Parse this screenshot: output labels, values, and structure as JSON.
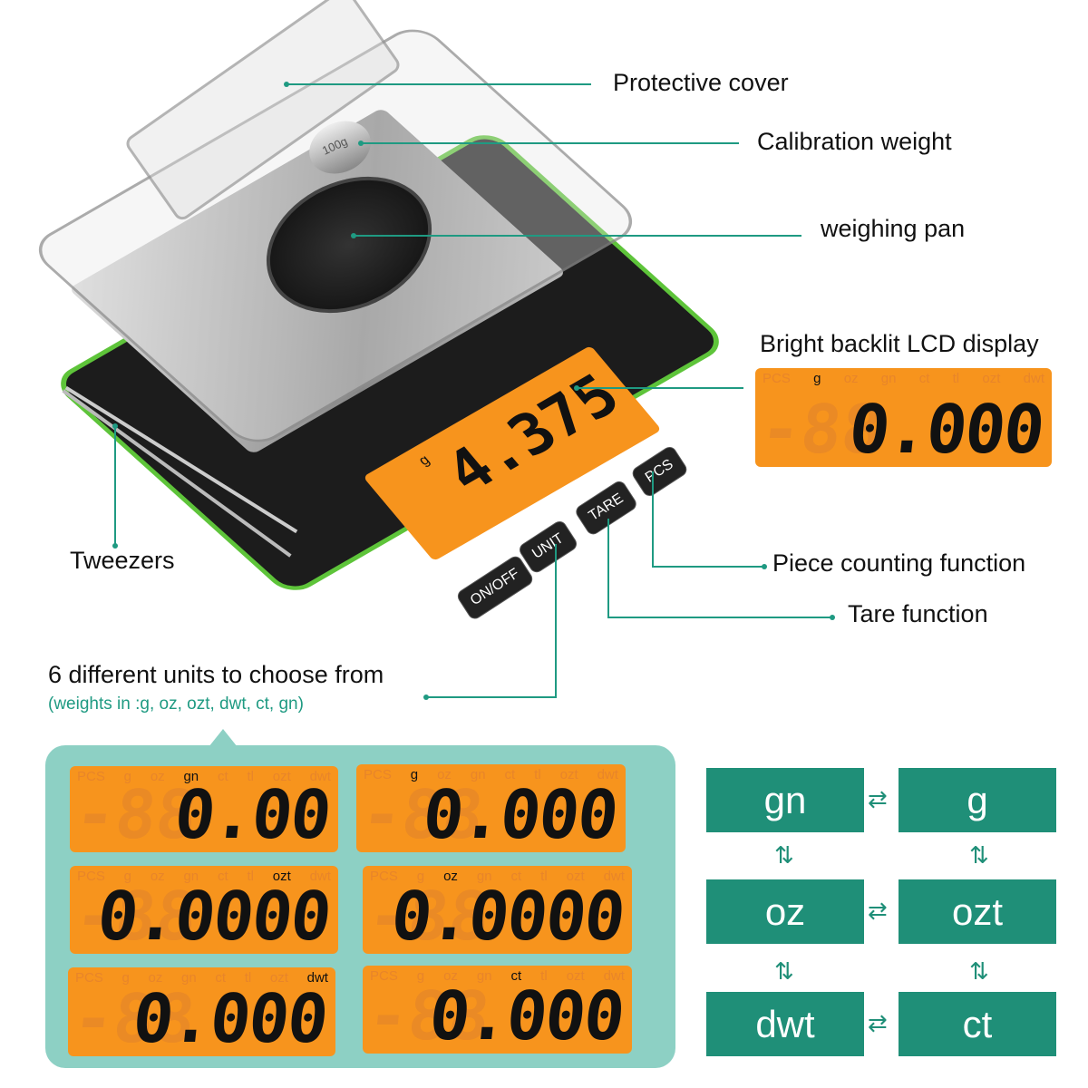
{
  "callouts": {
    "protective_cover": "Protective cover",
    "calibration_weight": "Calibration weight",
    "weighing_pan": "weighing pan",
    "lcd_display": "Bright backlit LCD display",
    "tweezers": "Tweezers",
    "piece_counting": "Piece counting function",
    "tare": "Tare function",
    "units_title": "6 different units to choose from",
    "units_subtitle": "(weights in :g, oz, ozt, dwt, ct, gn)"
  },
  "scale": {
    "display_unit": "g",
    "display_value": "4.375",
    "weight_marking": "100g",
    "buttons": [
      "ON/OFF",
      "UNIT",
      "TARE",
      "PCS"
    ]
  },
  "lcd_unit_labels": [
    "PCS",
    "g",
    "oz",
    "gn",
    "ct",
    "tl",
    "ozt",
    "dwt"
  ],
  "main_lcd": {
    "active": "g",
    "value": "0.000"
  },
  "unit_lcds": [
    {
      "active": "gn",
      "value": "0.00"
    },
    {
      "active": "g",
      "value": "0.000"
    },
    {
      "active": "ozt",
      "value": "0.0000"
    },
    {
      "active": "oz",
      "value": "0.0000"
    },
    {
      "active": "dwt",
      "value": "0.000"
    },
    {
      "active": "ct",
      "value": "0.000"
    }
  ],
  "conversion_boxes": [
    "gn",
    "g",
    "oz",
    "ozt",
    "dwt",
    "ct"
  ],
  "colors": {
    "accent": "#1f8f78",
    "lcd": "#f7941d",
    "panel": "#8dd0c4",
    "scale_trim": "#5ec43a"
  }
}
